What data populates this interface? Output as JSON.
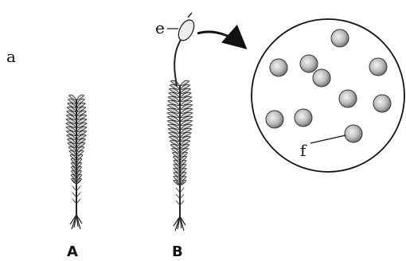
{
  "labels": {
    "a": "a",
    "e": "e",
    "f": "f",
    "plant_A": "A",
    "plant_B": "B"
  },
  "colors": {
    "ink": "#111111",
    "spore_fill": "#c9c9c9"
  }
}
